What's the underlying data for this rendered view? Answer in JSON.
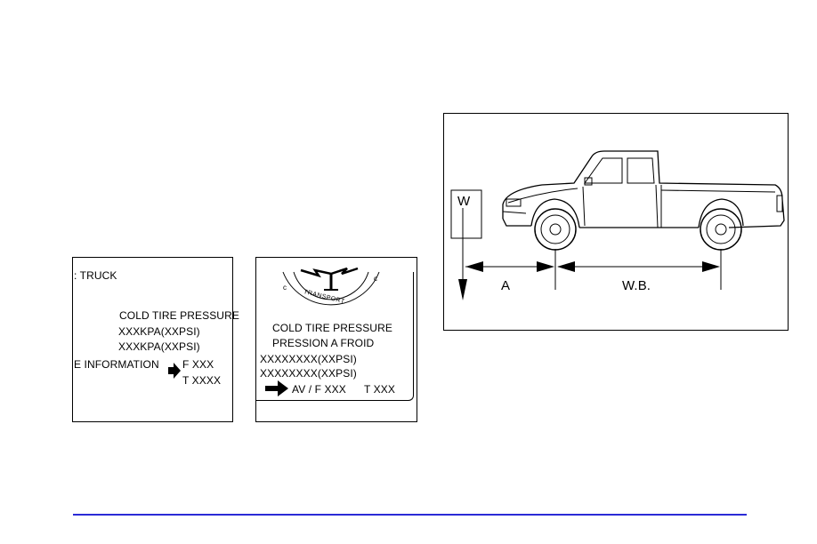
{
  "label1": {
    "title": ": TRUCK",
    "heading": "COLD TIRE PRESSURE",
    "line1": "XXXKPA(XXPSI)",
    "line2": "XXXKPA(XXPSI)",
    "info": "E INFORMATION",
    "f": "F XXX",
    "t": "T XXXX"
  },
  "label2": {
    "seal_text": "TRANSPORT",
    "heading1": "COLD TIRE PRESSURE",
    "heading2": "PRESSION A FROID",
    "line1": "XXXXXXXX(XXPSI)",
    "line2": "XXXXXXXX(XXPSI)",
    "front": "AV / F XXX",
    "rear": "T  XXX"
  },
  "diagram": {
    "weight_label": "W",
    "dim_a": "A",
    "dim_wb": "W.B."
  },
  "colors": {
    "footer_rule": "#2b2bd6"
  }
}
